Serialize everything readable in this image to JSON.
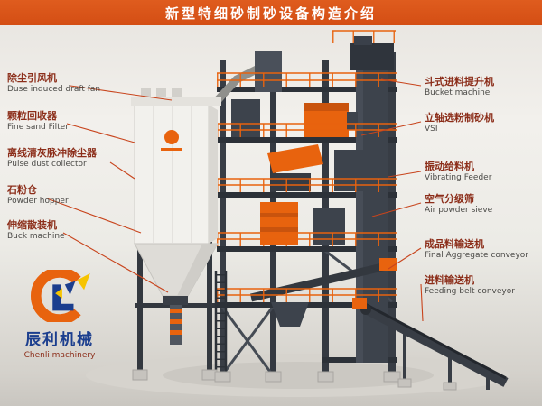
{
  "title": "新型特细砂制砂设备构造介绍",
  "labels": {
    "left": [
      {
        "zh": "除尘引风机",
        "en": "Duse induced draft fan"
      },
      {
        "zh": "颗粒回收器",
        "en": "Fine sand Filter"
      },
      {
        "zh": "离线清灰脉冲除尘器",
        "en": "Pulse dust collector"
      },
      {
        "zh": "石粉仓",
        "en": "Powder hopper"
      },
      {
        "zh": "伸缩散装机",
        "en": "Buck machine"
      }
    ],
    "right": [
      {
        "zh": "斗式进料提升机",
        "en": "Bucket machine"
      },
      {
        "zh": "立轴选粉制砂机",
        "en": "VSI"
      },
      {
        "zh": "振动给料机",
        "en": "Vibrating Feeder"
      },
      {
        "zh": "空气分级筛",
        "en": "Air powder sieve"
      },
      {
        "zh": "成品料输送机",
        "en": "Final Aggregate conveyor"
      },
      {
        "zh": "进料输送机",
        "en": "Feeding belt conveyor"
      }
    ]
  },
  "logo": {
    "icon": "cl-ribbon-mark",
    "name_zh": "辰利机械",
    "name_en": "Chenli machinery"
  },
  "colors": {
    "title_bar_orange": "#d8541a",
    "label_red": "#8c2e1a",
    "leader_line": "#c8441c",
    "machine_orange": "#e8630e",
    "steel_dark": "#383d45",
    "logo_blue": "#1b3e8e",
    "logo_yellow": "#f6c400"
  }
}
